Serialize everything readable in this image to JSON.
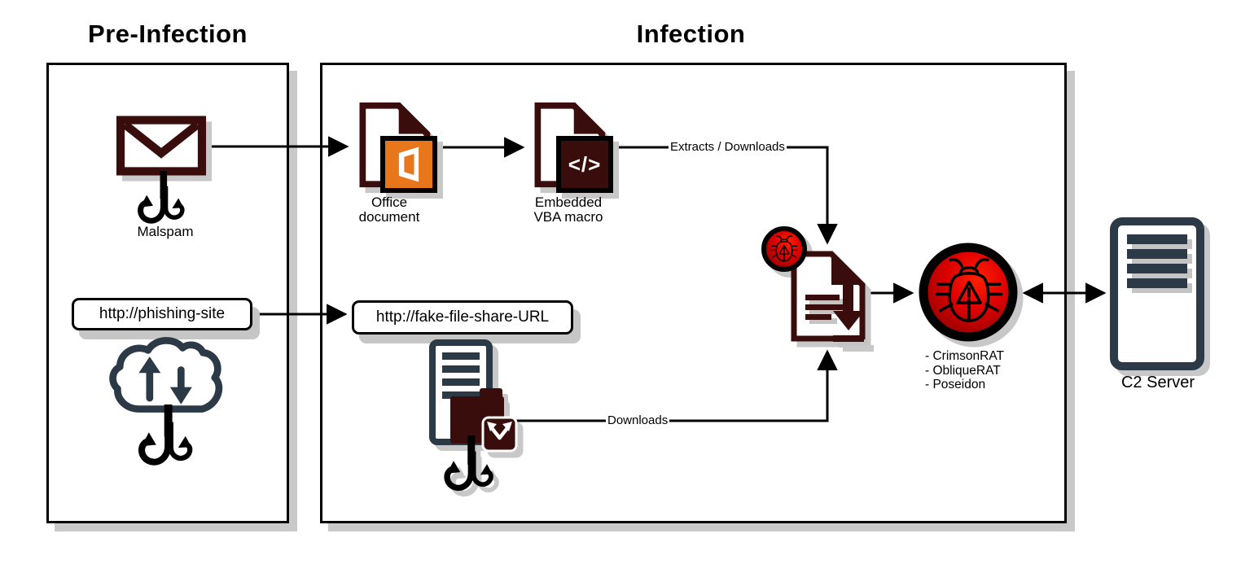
{
  "titles": {
    "pre_infection": "Pre-Infection",
    "infection": "Infection"
  },
  "pre_infection": {
    "malspam_label": "Malspam",
    "phishing_url": "http://phishing-site"
  },
  "infection": {
    "office_doc_label": "Office\ndocument",
    "vba_label": "Embedded\nVBA macro",
    "vba_badge": "</>",
    "fake_share_url": "http://fake-file-share-URL",
    "extracts_arrow_label": "Extracts / Downloads",
    "downloads_arrow_label": "Downloads",
    "malware_list": [
      "- CrimsonRAT",
      "- ObliqueRAT",
      "- Poseidon"
    ]
  },
  "c2_server": {
    "label": "C2 Server"
  },
  "icons": {
    "envelope": "malspam-envelope-icon",
    "hooks": "fishhooks-icon",
    "cloud": "cloud-transfer-icon",
    "office": "office-logo-icon",
    "code": "code-badge-icon",
    "folder": "folder-icon",
    "share": "share-badge-icon",
    "bug": "bug-warning-icon",
    "server": "server-icon"
  },
  "colors": {
    "maroon": "#390D0B",
    "orange": "#E8761B",
    "slate": "#2C3A47",
    "bug_red": "#D40000",
    "shadow_gray": "#C8C8C8",
    "line_black": "#000000"
  }
}
